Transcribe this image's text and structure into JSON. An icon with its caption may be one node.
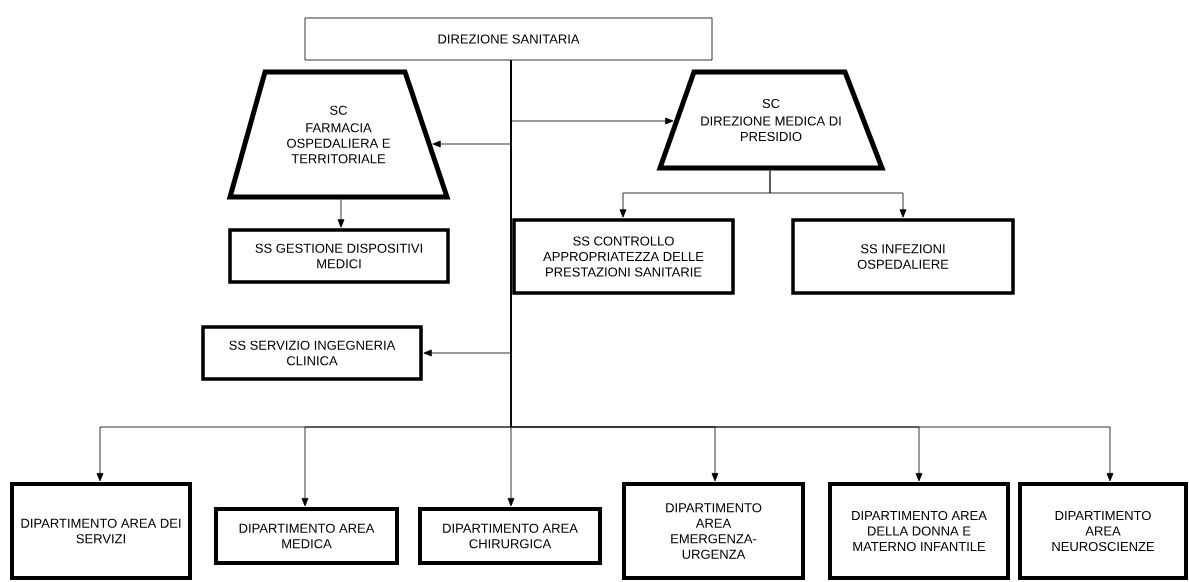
{
  "diagram": {
    "nodes": [
      {
        "text": [
          "DIREZIONE SANITARIA"
        ]
      },
      {
        "text": [
          "SC",
          "FARMACIA OSPEDALIERA E TERRITORIALE"
        ]
      },
      {
        "text": [
          "SC",
          "DIREZIONE MEDICA DI PRESIDIO"
        ]
      },
      {
        "text": [
          "SS GESTIONE DISPOSITIVI MEDICI"
        ]
      },
      {
        "text": [
          "SS CONTROLLO APPROPRIATEZZA DELLE PRESTAZIONI SANITARIE"
        ]
      },
      {
        "text": [
          "SS INFEZIONI OSPEDALIERE"
        ]
      },
      {
        "text": [
          "SS SERVIZIO INGEGNERIA CLINICA"
        ]
      },
      {
        "text": [
          "DIPARTIMENTO AREA DEI SERVIZI"
        ]
      },
      {
        "text": [
          "DIPARTIMENTO AREA MEDICA"
        ]
      },
      {
        "text": [
          "DIPARTIMENTO AREA CHIRURGICA"
        ]
      },
      {
        "text": [
          "DIPARTIMENTO AREA EMERGENZA-URGENZA"
        ]
      },
      {
        "text": [
          "DIPARTIMENTO AREA DELLA DONNA E MATERNO INFANTILE"
        ]
      },
      {
        "text": [
          "DIPARTIMENTO AREA NEUROSCIENZE"
        ]
      }
    ],
    "edges": [
      {
        "from": 0,
        "to": 1,
        "arrow": "to"
      },
      {
        "from": 0,
        "to": 2,
        "arrow": "to"
      },
      {
        "from": 0,
        "to": 6,
        "arrow": "to"
      },
      {
        "from": 0,
        "to": 7,
        "arrow": "to"
      },
      {
        "from": 0,
        "to": 8,
        "arrow": "to"
      },
      {
        "from": 0,
        "to": 9,
        "arrow": "to"
      },
      {
        "from": 0,
        "to": 10,
        "arrow": "to"
      },
      {
        "from": 0,
        "to": 11,
        "arrow": "to"
      },
      {
        "from": 0,
        "to": 12,
        "arrow": "to"
      },
      {
        "from": 1,
        "to": 3,
        "arrow": "to"
      },
      {
        "from": 2,
        "to": 4,
        "arrow": "to"
      },
      {
        "from": 2,
        "to": 5,
        "arrow": "to"
      }
    ]
  }
}
